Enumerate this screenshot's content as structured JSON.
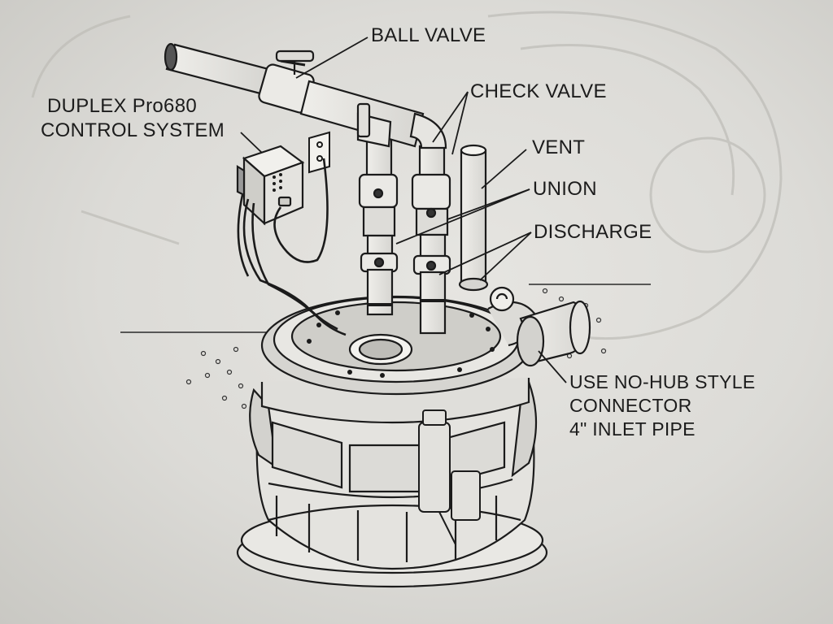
{
  "diagram": {
    "labels": {
      "ball_valve": "BALL VALVE",
      "check_valve": "CHECK VALVE",
      "control_line1": "DUPLEX Pro680",
      "control_line2": "CONTROL SYSTEM",
      "vent": "VENT",
      "union": "UNION",
      "discharge": "DISCHARGE",
      "inlet_line1": "USE NO-HUB STYLE",
      "inlet_line2": "CONNECTOR",
      "inlet_line3": "4\" INLET PIPE"
    }
  }
}
